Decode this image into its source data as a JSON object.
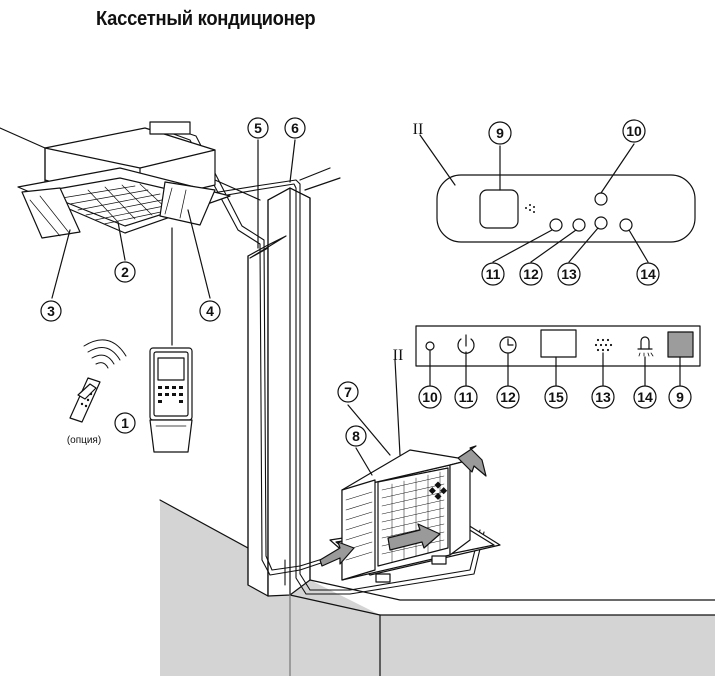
{
  "title": "Кассетный кондиционер",
  "remote_caption": "(опция)",
  "section_mark": "II",
  "callouts": {
    "indoor_controller": "1",
    "grille": "2",
    "louver": "3",
    "air_outlet": "4",
    "pipe_5": "5",
    "pipe_6": "6",
    "outdoor_unit": "7",
    "outdoor_inlet": "8",
    "panel_top_9": "9",
    "panel_top_10": "10",
    "panel_top_11": "11",
    "panel_top_12": "12",
    "panel_top_13": "13",
    "panel_top_14": "14",
    "panel_bot_10": "10",
    "panel_bot_11": "11",
    "panel_bot_12": "12",
    "panel_bot_15": "15",
    "panel_bot_13": "13",
    "panel_bot_14": "14",
    "panel_bot_9": "9"
  },
  "icons": [
    "power-icon",
    "timer-icon",
    "fan-mode-icon",
    "alarm-bell-icon",
    "sensor-icon"
  ],
  "colors": {
    "line": "#111111",
    "wall": "#d4d4d4",
    "arrow": "#9a9a9a",
    "sensor": "#9c9c9c"
  }
}
